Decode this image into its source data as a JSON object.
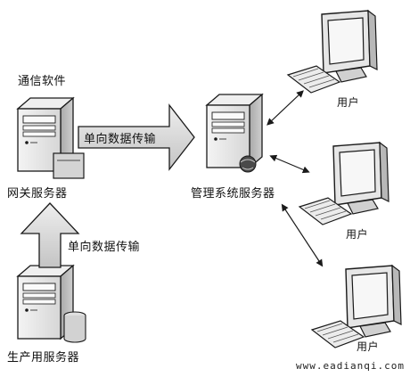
{
  "labels": {
    "software": "通信软件",
    "gateway_server": "网关服务器",
    "production_server": "生产用服务器",
    "management_server": "管理系统服务器",
    "arrow_horizontal": "单向数据传输",
    "arrow_vertical": "单向数据传输",
    "user_1": "用户",
    "user_2": "用户",
    "user_3": "用户"
  },
  "watermark": "www.eadianqi.com",
  "icons": {
    "server": "server-tower-icon",
    "workstation": "desktop-computer-icon",
    "arrow": "block-arrow-icon",
    "link": "double-headed-arrow-icon"
  },
  "colors": {
    "ink": "#1a1a1a",
    "server_face": "#e9e9e9",
    "server_side": "#bdbdbd",
    "arrow_fill": "#d9d9d9",
    "screen": "#f4f4f4"
  }
}
